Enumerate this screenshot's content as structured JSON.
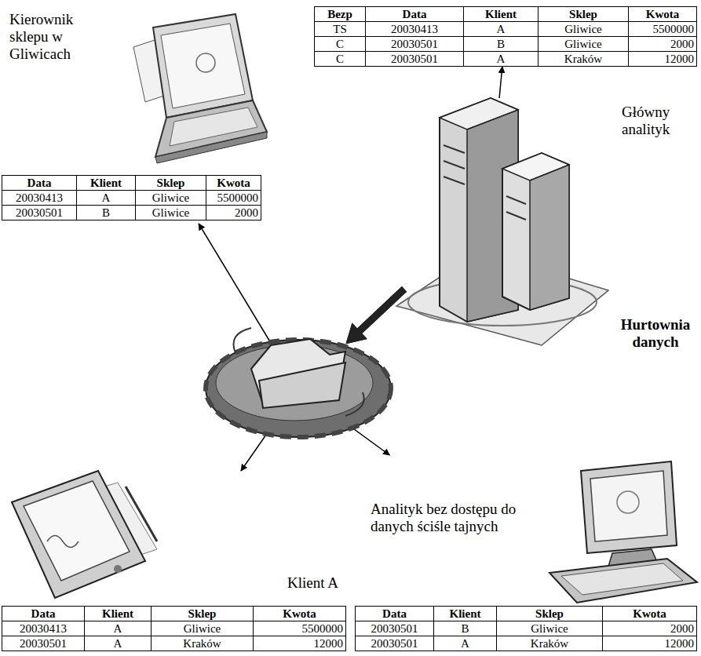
{
  "diagram": {
    "nodes": [
      {
        "text": [
          "Główny analityk",
          "Bezp",
          "Data",
          "Klient",
          "Sklep",
          "Kwota",
          "TS",
          "20030413",
          "A",
          "Gliwice",
          "5500000",
          "C",
          "20030501",
          "B",
          "Gliwice",
          "2000",
          "C",
          "20030501",
          "A",
          "Kraków",
          "12000"
        ]
      },
      {
        "text": [
          "Kierownik sklepu w Gliwicach",
          "Data",
          "Klient",
          "Sklep",
          "Kwota",
          "20030413",
          "A",
          "Gliwice",
          "5500000",
          "20030501",
          "B",
          "Gliwice",
          "2000"
        ]
      },
      {
        "text": [
          "Hurtownia danych"
        ]
      },
      {
        "text": [
          "Klient A",
          "Data",
          "Klient",
          "Sklep",
          "Kwota",
          "20030413",
          "A",
          "Gliwice",
          "5500000",
          "20030501",
          "A",
          "Kraków",
          "12000"
        ]
      },
      {
        "text": [
          "Analityk bez dostępu do danych ściśle tajnych",
          "Data",
          "Klient",
          "Sklep",
          "Kwota",
          "20030501",
          "B",
          "Gliwice",
          "2000",
          "20030501",
          "A",
          "Kraków",
          "12000"
        ]
      }
    ],
    "edges": [
      {
        "from": 2,
        "to": 0,
        "arrow": "to"
      },
      {
        "from": 2,
        "to": 1,
        "arrow": "to"
      },
      {
        "from": 2,
        "to": 3,
        "arrow": "to"
      },
      {
        "from": 2,
        "to": 4,
        "arrow": "to"
      }
    ]
  }
}
